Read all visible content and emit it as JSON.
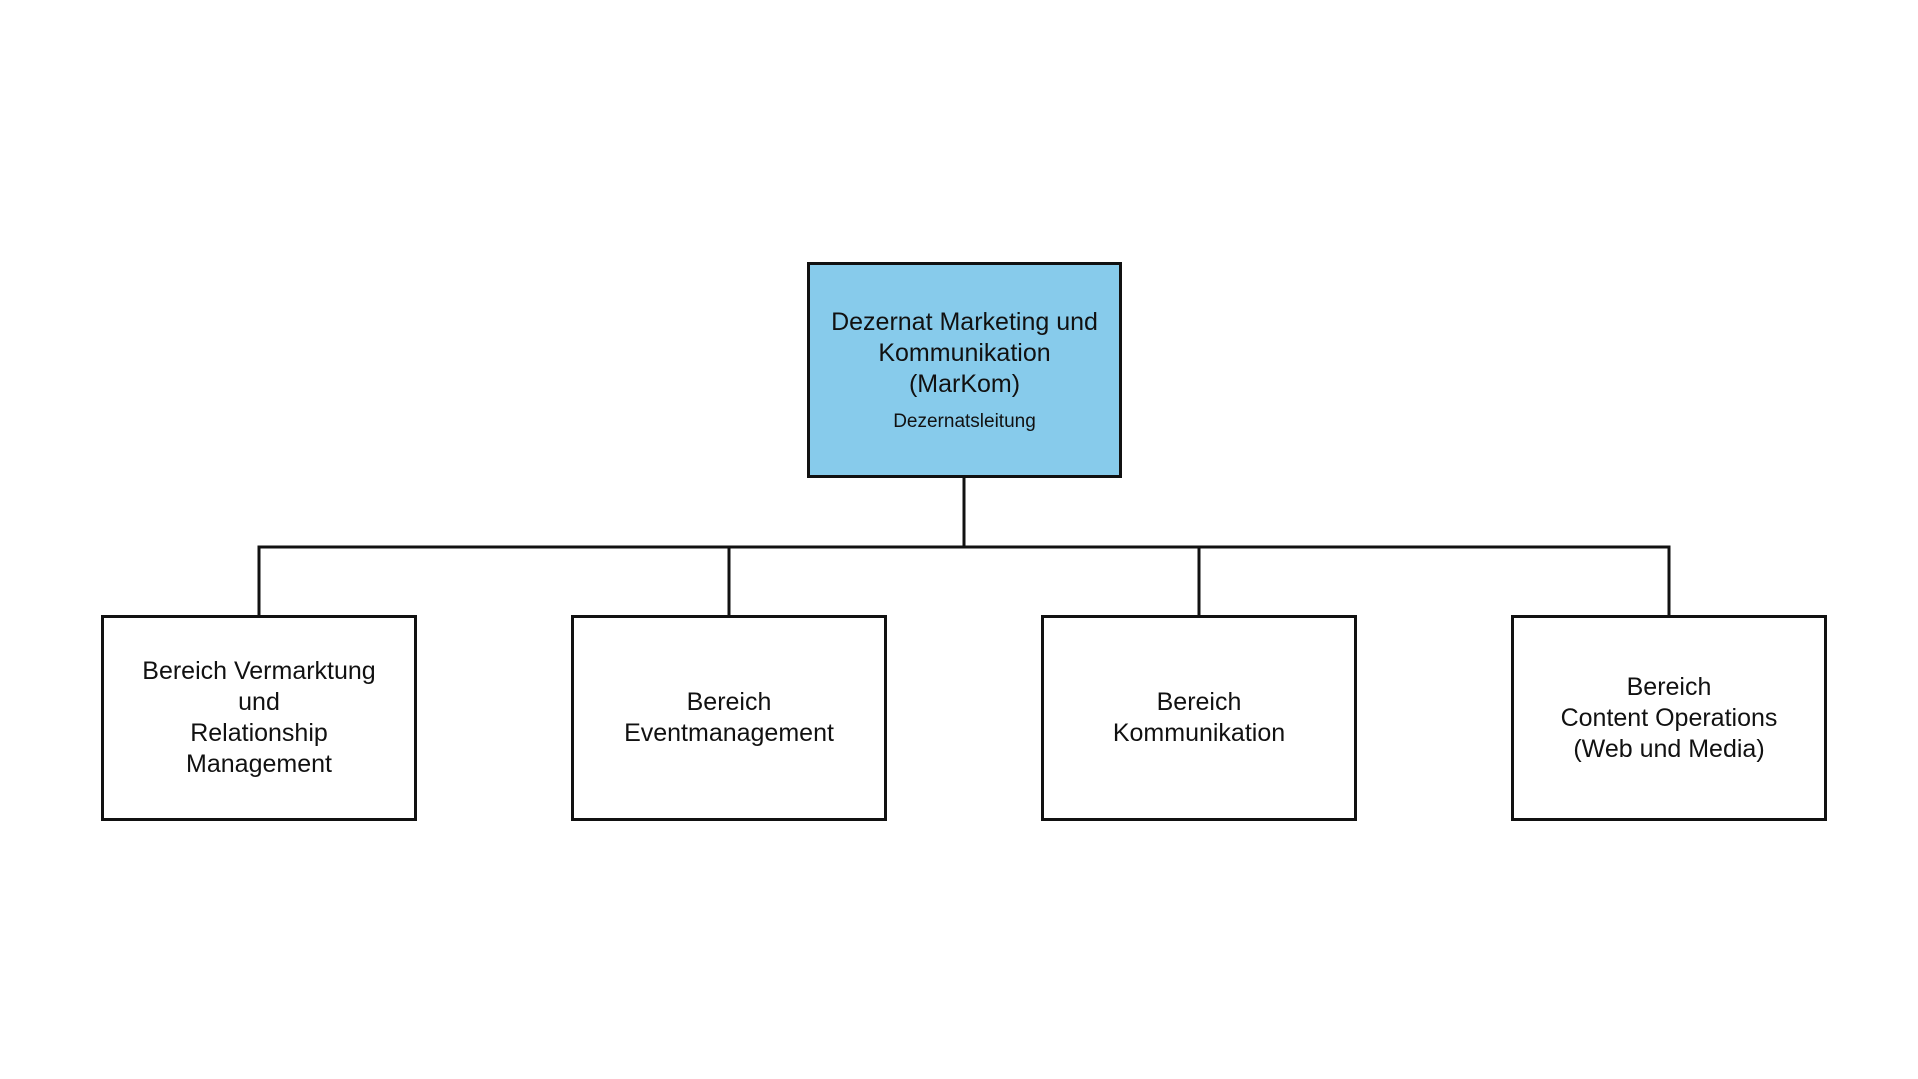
{
  "root": {
    "title_lines": [
      "Dezernat Marketing und",
      "Kommunikation",
      "(MarKom)"
    ],
    "subtitle": "Dezernatsleitung",
    "fill_color": "#87CBEB"
  },
  "children": [
    {
      "lines": [
        "Bereich Vermarktung",
        "und",
        "Relationship",
        "Management"
      ]
    },
    {
      "lines": [
        "Bereich",
        "Eventmanagement"
      ]
    },
    {
      "lines": [
        "Bereich",
        "Kommunikation"
      ]
    },
    {
      "lines": [
        "Bereich",
        "Content Operations",
        "(Web und Media)"
      ]
    }
  ],
  "colors": {
    "line": "#111111",
    "box_fill": "#FFFFFF"
  }
}
